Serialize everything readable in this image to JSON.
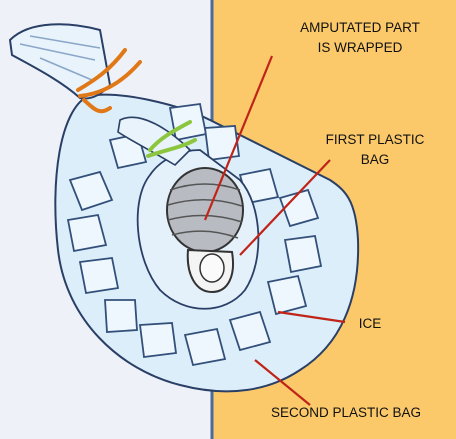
{
  "labels": {
    "amputated_part_line1": "AMPUTATED PART",
    "amputated_part_line2": "IS WRAPPED",
    "first_bag_line1": "FIRST PLASTIC",
    "first_bag_line2": "BAG",
    "ice": "ICE",
    "second_bag": "SECOND PLASTIC BAG"
  },
  "colors": {
    "background_panel": "#fbc96a",
    "background_left": "#eef2f8",
    "bag_fill": "#dceefa",
    "tie_orange": "#e07818",
    "tie_green": "#8cc63f",
    "pointer_line": "#c02418"
  }
}
